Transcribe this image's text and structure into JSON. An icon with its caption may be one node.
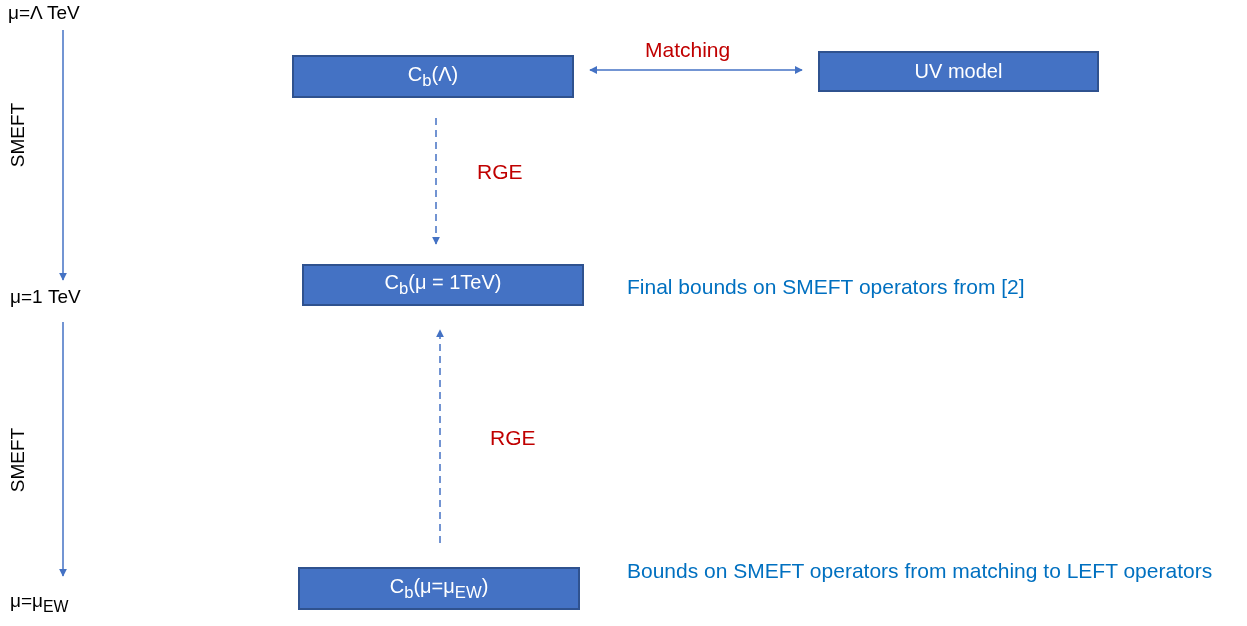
{
  "diagram": {
    "nodes": [
      {
        "text": [
          "μ=Λ TeV"
        ]
      },
      {
        "text": [
          "C$_{b}$(Λ)"
        ]
      },
      {
        "text": [
          "UV model"
        ]
      },
      {
        "text": [
          "μ=1 TeV"
        ]
      },
      {
        "text": [
          "C$_{b}$(μ = 1TeV)"
        ],
        "beside": [
          "Final bounds on SMEFT operators from [2]"
        ]
      },
      {
        "text": [
          "μ=μ$_{EW}$"
        ]
      },
      {
        "text": [
          "C$_{b}$(μ=μ$_{EW}$)"
        ],
        "beside": [
          "Bounds on SMEFT operators from matching to LEFT operators"
        ]
      }
    ],
    "edges": [
      {
        "from": 0,
        "to": 3,
        "arrow": "to"
      },
      {
        "from": 1,
        "to": 2,
        "arrow": "both",
        "label": "Matching"
      },
      {
        "from": 1,
        "to": 4,
        "arrow": "to",
        "label": "RGE",
        "style": "dashed"
      },
      {
        "from": 3,
        "to": 5,
        "arrow": "to"
      },
      {
        "from": 6,
        "to": 4,
        "arrow": "to",
        "label": "RGE",
        "style": "dashed"
      }
    ],
    "labels": [
      "SMEFT",
      "SMEFT"
    ]
  }
}
